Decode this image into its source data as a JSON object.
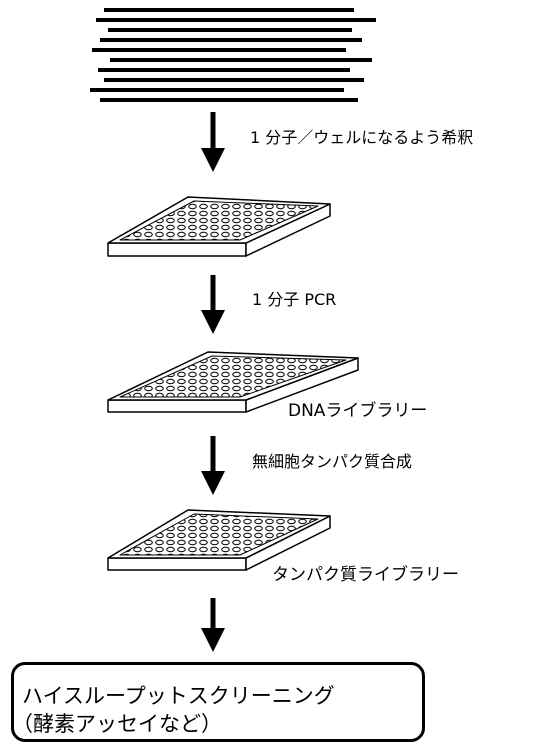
{
  "labels": {
    "step1": "1 分子／ウェルになるよう希釈",
    "step2": "1 分子 PCR",
    "step3": "無細胞タンパク質合成",
    "dna_library": "DNAライブラリー",
    "protein_library": "タンパク質ライブラリー"
  },
  "screening": {
    "line1": "ハイスループットスクリーニング",
    "line2": "（酵素アッセイなど）"
  }
}
